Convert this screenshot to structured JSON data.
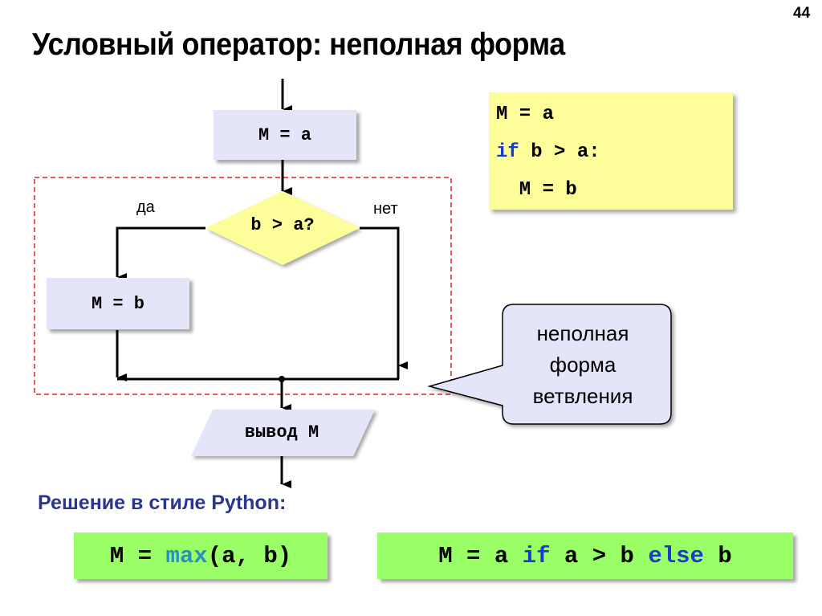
{
  "slide": {
    "number": "44",
    "title": "Условный оператор: неполная форма"
  },
  "flowchart": {
    "assign_a": "M = a",
    "condition": "b > a?",
    "yes_label": "да",
    "no_label": "нет",
    "assign_b": "M = b",
    "output": "вывод M"
  },
  "code": {
    "lines": [
      {
        "text": "M = a",
        "keyword": ""
      },
      {
        "keyword": "if",
        "rest": " b > a:"
      },
      {
        "text": "  M = b",
        "keyword": ""
      }
    ]
  },
  "callout": {
    "line1": "неполная",
    "line2": "форма",
    "line3": "ветвления"
  },
  "python_solution": {
    "heading": "Решение в стиле Python:",
    "solution1": {
      "prefix": "M = ",
      "function": "max",
      "args": "(a, b)"
    },
    "solution2": {
      "part1": "M = a ",
      "kw_if": "if",
      "part2": " a > b ",
      "kw_else": "else",
      "part3": " b"
    }
  },
  "colors": {
    "process_box": "#e5e5f9",
    "decision": "#fdfd99",
    "code_box": "#fdfd99",
    "green_box": "#9aff66",
    "dashed_border": "#e02020",
    "heading_blue": "#2b3590",
    "keyword_blue": "#1a3bcc",
    "function_blue": "#2a8fc0"
  }
}
